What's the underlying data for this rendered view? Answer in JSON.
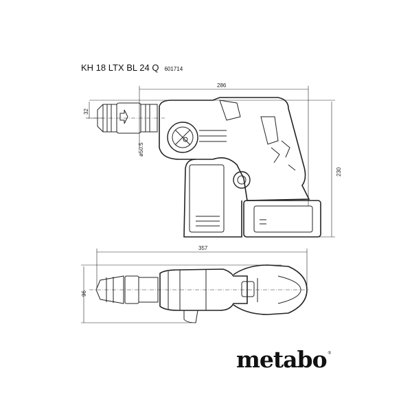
{
  "header": {
    "model": "KH 18 LTX BL 24 Q",
    "article_number": "601714"
  },
  "dimensions": {
    "side_length": "286",
    "height": "230",
    "chuck_offset": "32",
    "collar_diameter": "ø50.5",
    "top_length": "357",
    "width": "96"
  },
  "brand": {
    "logo_text": "metabo",
    "registered_mark": "®"
  },
  "colors": {
    "line": "#222222",
    "background": "#ffffff"
  }
}
